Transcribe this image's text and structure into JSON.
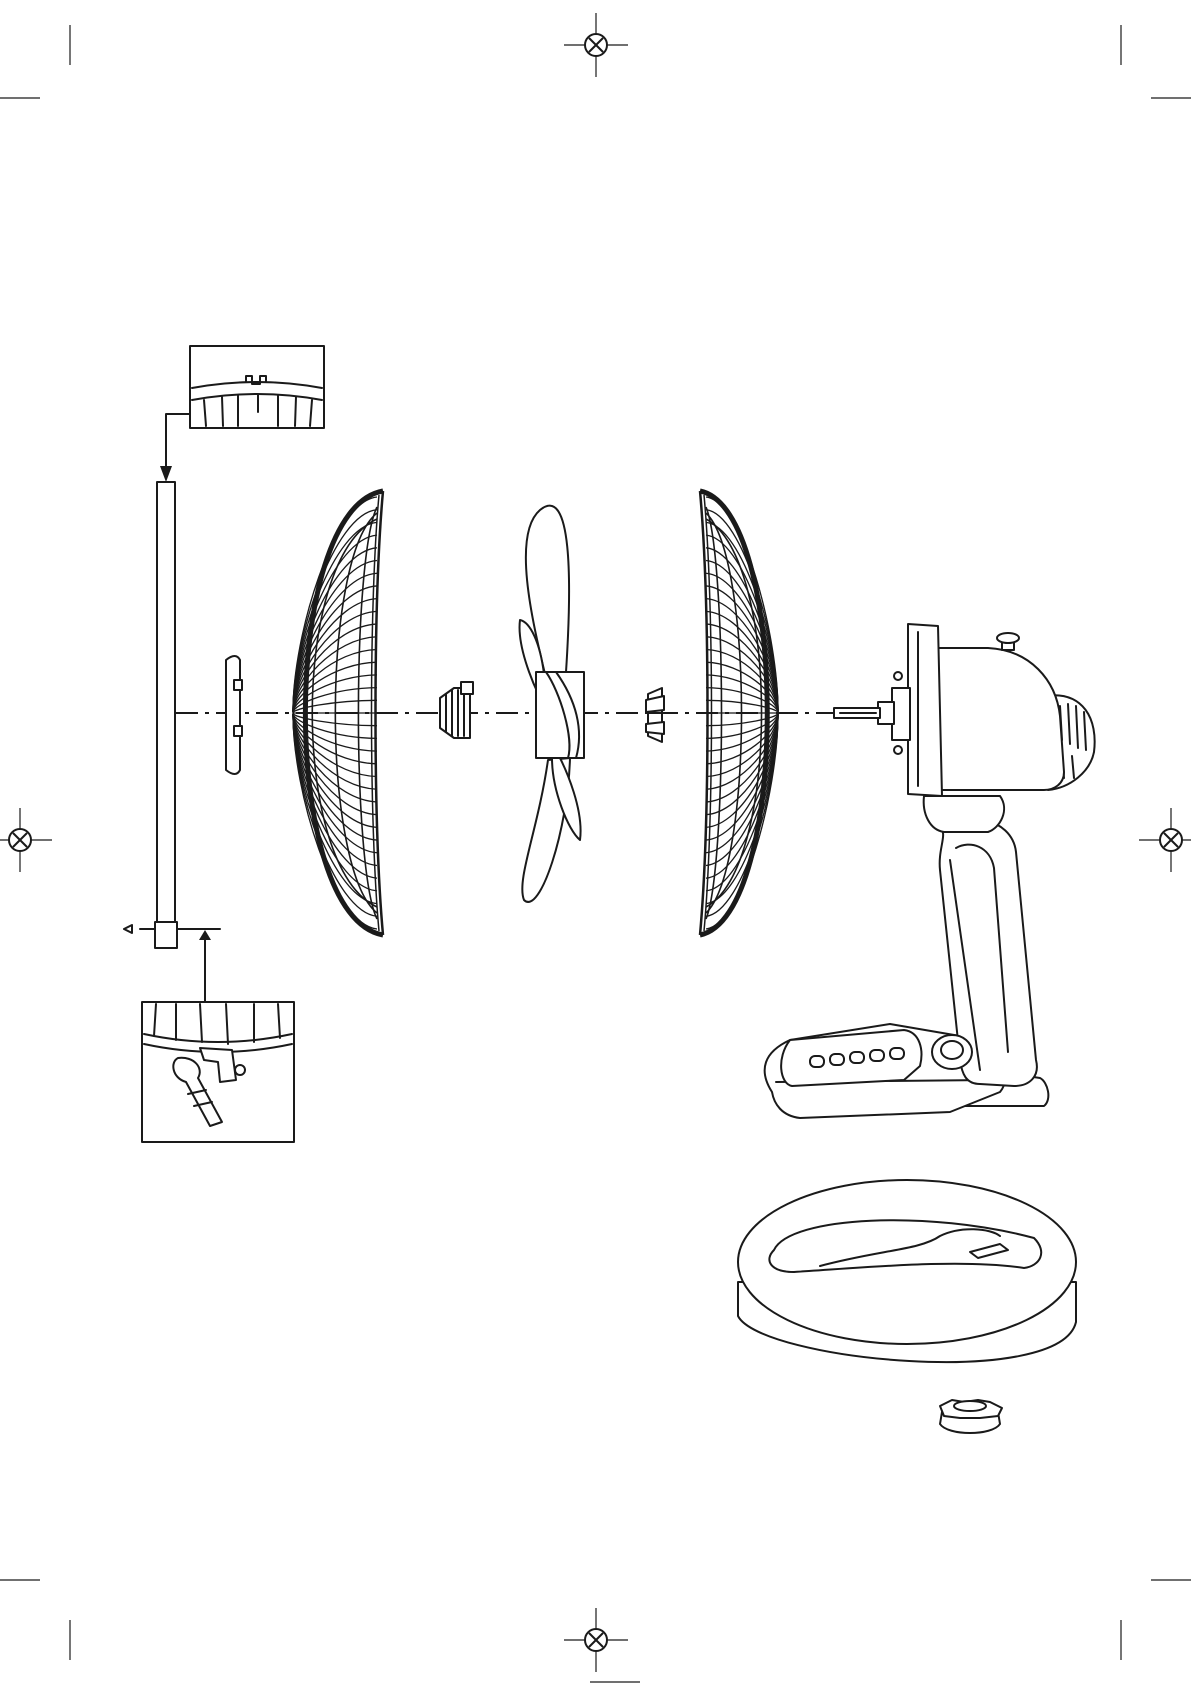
{
  "document": {
    "type": "exploded-assembly-illustration",
    "labels": []
  },
  "colors": {
    "ink": "#1a1a1a",
    "paper": "#ffffff"
  },
  "parts": [
    {
      "name": "support-pole"
    },
    {
      "name": "pole-detail-top"
    },
    {
      "name": "pole-detail-bottom"
    },
    {
      "name": "guard-fixing-ring"
    },
    {
      "name": "front-grille"
    },
    {
      "name": "spinner-cap"
    },
    {
      "name": "fan-blade"
    },
    {
      "name": "grille-nut"
    },
    {
      "name": "rear-grille"
    },
    {
      "name": "motor-head-and-body"
    },
    {
      "name": "round-base"
    },
    {
      "name": "base-knob"
    }
  ]
}
